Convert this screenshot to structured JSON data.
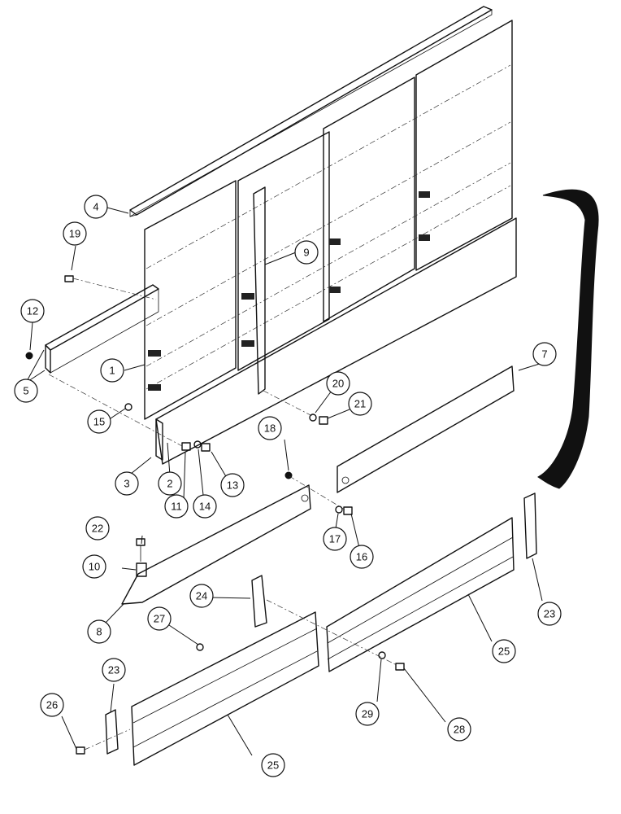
{
  "callouts": [
    {
      "label": "1"
    },
    {
      "label": "2"
    },
    {
      "label": "3"
    },
    {
      "label": "4"
    },
    {
      "label": "5"
    },
    {
      "label": "7"
    },
    {
      "label": "8"
    },
    {
      "label": "9"
    },
    {
      "label": "10"
    },
    {
      "label": "11"
    },
    {
      "label": "12"
    },
    {
      "label": "13"
    },
    {
      "label": "14"
    },
    {
      "label": "15"
    },
    {
      "label": "16"
    },
    {
      "label": "17"
    },
    {
      "label": "18"
    },
    {
      "label": "19"
    },
    {
      "label": "20"
    },
    {
      "label": "21"
    },
    {
      "label": "22"
    },
    {
      "label": "23"
    },
    {
      "label": "23"
    },
    {
      "label": "24"
    },
    {
      "label": "25"
    },
    {
      "label": "25"
    },
    {
      "label": "26"
    },
    {
      "label": "27"
    },
    {
      "label": "28"
    },
    {
      "label": "29"
    }
  ]
}
